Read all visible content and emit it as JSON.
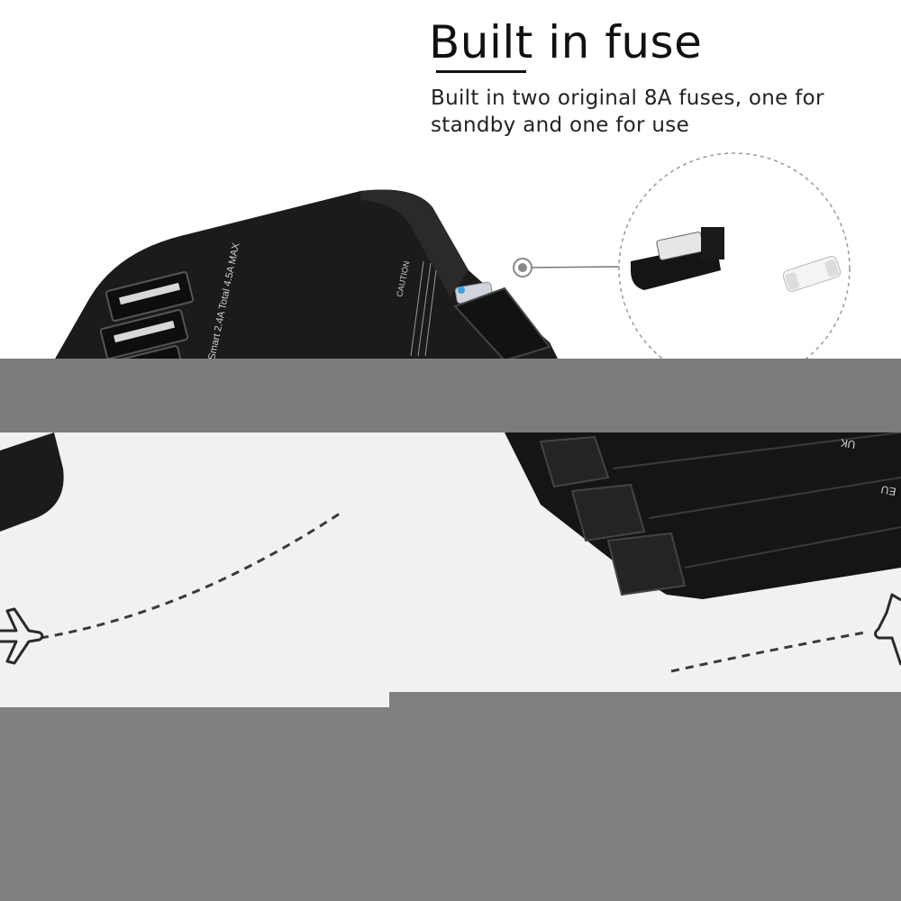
{
  "feature": {
    "title": "Built in fuse",
    "description": "Built in two original 8A fuses, one for standby and one for use"
  },
  "device_labels": {
    "caution": "CAUTION",
    "rating": "Smart 2.4A Total 4.5A MAX",
    "uk": "UK",
    "eu": "EU"
  },
  "colors": {
    "background": "#ffffff",
    "panel": "#f1f1ef",
    "band": "#7c7c7c",
    "adapter_body": "#1b1b1b",
    "dashed_path": "#3a3a3a"
  },
  "icons": [
    "fuse-detail-callout",
    "airplane-icon-left",
    "airplane-icon-right"
  ]
}
